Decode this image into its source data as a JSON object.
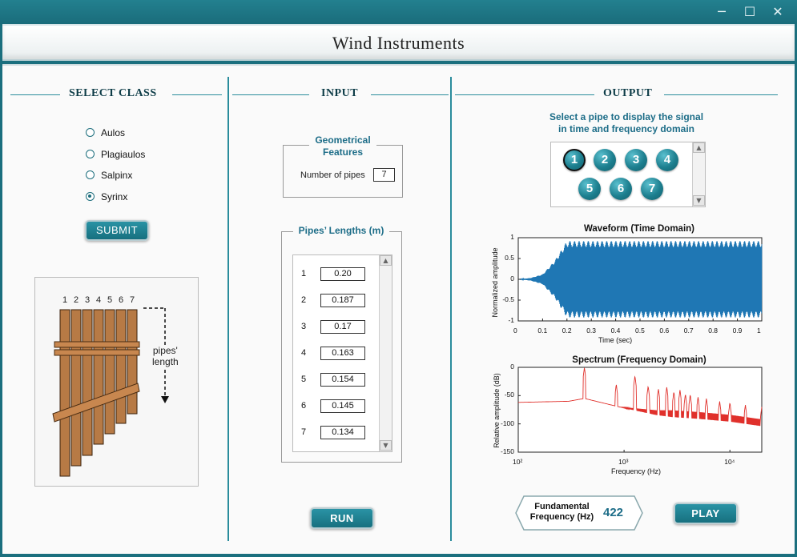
{
  "window": {
    "title": "Wind Instruments",
    "controls": {
      "minimize": "─",
      "maximize": "☐",
      "close": "✕"
    }
  },
  "select_class": {
    "heading": "SELECT CLASS",
    "options": [
      {
        "label": "Aulos",
        "selected": false
      },
      {
        "label": "Plagiaulos",
        "selected": false
      },
      {
        "label": "Salpinx",
        "selected": false
      },
      {
        "label": "Syrinx",
        "selected": true
      }
    ],
    "submit_label": "SUBMIT",
    "illustration": {
      "pipe_numbers": [
        "1",
        "2",
        "3",
        "4",
        "5",
        "6",
        "7"
      ],
      "annotation_line1": "pipes'",
      "annotation_line2": "length"
    }
  },
  "input": {
    "heading": "INPUT",
    "geometrical_features": {
      "title_line1": "Geometrical",
      "title_line2": "Features",
      "num_pipes_label": "Number of pipes",
      "num_pipes_value": "7"
    },
    "pipes_lengths": {
      "title": "Pipes’ Lengths (m)",
      "rows": [
        {
          "index": "1",
          "value": "0.20"
        },
        {
          "index": "2",
          "value": "0.187"
        },
        {
          "index": "3",
          "value": "0.17"
        },
        {
          "index": "4",
          "value": "0.163"
        },
        {
          "index": "5",
          "value": "0.154"
        },
        {
          "index": "6",
          "value": "0.145"
        },
        {
          "index": "7",
          "value": "0.134"
        }
      ]
    },
    "run_label": "RUN"
  },
  "output": {
    "heading": "OUTPUT",
    "instruction_line1": "Select a pipe to display the signal",
    "instruction_line2": "in time and frequency domain",
    "pipes": [
      "1",
      "2",
      "3",
      "4",
      "5",
      "6",
      "7"
    ],
    "selected_pipe": "1",
    "fundamental_label_line1": "Fundamental",
    "fundamental_label_line2": "Frequency (Hz)",
    "fundamental_value": "422",
    "play_label": "PLAY"
  },
  "colors": {
    "teal": "#1b6f7e",
    "waveform": "#1f77b4",
    "spectrum": "#e0302b"
  },
  "chart_data": [
    {
      "type": "line",
      "title": "Waveform (Time Domain)",
      "xlabel": "Time (sec)",
      "ylabel": "Normalized amplitude",
      "xlim": [
        0,
        1
      ],
      "ylim": [
        -1,
        1
      ],
      "x_ticks": [
        "0",
        "0.1",
        "0.2",
        "0.3",
        "0.4",
        "0.5",
        "0.6",
        "0.7",
        "0.8",
        "0.9",
        "1"
      ],
      "y_ticks": [
        "1",
        "0.5",
        "0",
        "-0.5",
        "-1"
      ],
      "envelope": {
        "x": [
          0,
          0.05,
          0.1,
          0.15,
          0.2,
          1.0
        ],
        "y": [
          0.0,
          0.03,
          0.12,
          0.45,
          0.92,
          0.92
        ]
      },
      "grid": false
    },
    {
      "type": "line",
      "title": "Spectrum (Frequency Domain)",
      "xlabel": "Frequency (Hz)",
      "ylabel": "Relative amplitude (dB)",
      "xscale": "log",
      "xlim": [
        100,
        20000
      ],
      "ylim": [
        -150,
        0
      ],
      "x_ticks": [
        "10²",
        "10³",
        "10⁴"
      ],
      "y_ticks": [
        "0",
        "-50",
        "-100",
        "-150"
      ],
      "peaks": {
        "x": [
          422,
          844,
          1266,
          1688,
          2110,
          2532,
          2954,
          3376,
          3798,
          4220,
          5000,
          6000,
          8000,
          10000,
          14000,
          20000
        ],
        "y": [
          0,
          -30,
          -15,
          -33,
          -38,
          -35,
          -43,
          -40,
          -47,
          -48,
          -52,
          -55,
          -60,
          -62,
          -66,
          -70
        ]
      },
      "baseline": {
        "x": [
          100,
          300,
          422,
          900,
          2000,
          5000,
          10000,
          20000
        ],
        "y": [
          -62,
          -60,
          -55,
          -70,
          -80,
          -85,
          -90,
          -98
        ]
      },
      "grid": false
    }
  ]
}
